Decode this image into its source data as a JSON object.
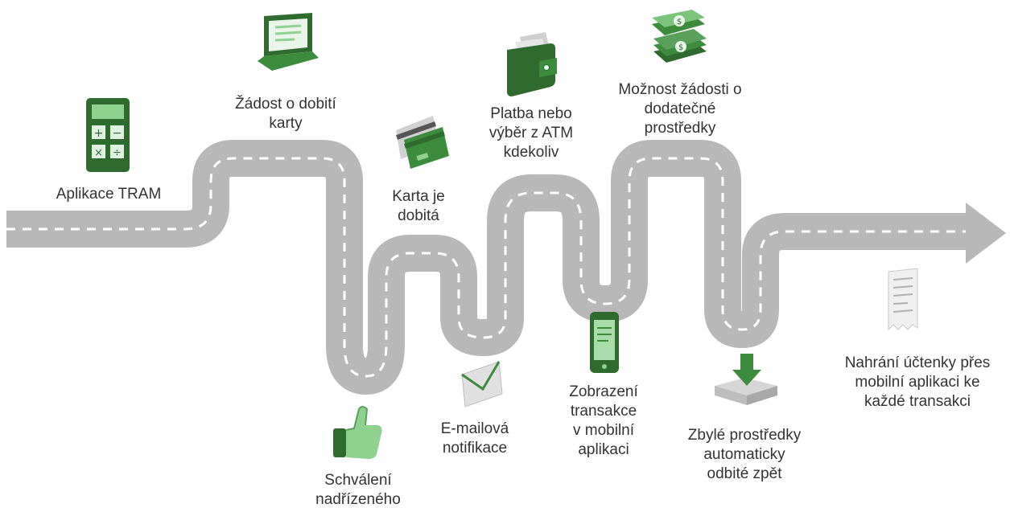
{
  "colors": {
    "road": "#b8b8b8",
    "road_dash": "#ffffff",
    "icon_dark": "#2f6b2f",
    "icon_mid": "#3d8b3d",
    "icon_light": "#8fd18f",
    "icon_gray": "#c8c8c8",
    "text": "#333333"
  },
  "steps": [
    {
      "icon": "calculator-icon",
      "lines": [
        "Aplikace TRAM"
      ]
    },
    {
      "icon": "laptop-icon",
      "lines": [
        "Žádost o dobití",
        "karty"
      ]
    },
    {
      "icon": "credit-cards-icon",
      "lines": [
        "Karta je",
        "dobitá"
      ]
    },
    {
      "icon": "thumbs-up-icon",
      "lines": [
        "Schválení",
        "nadřízeného"
      ]
    },
    {
      "icon": "envelope-icon",
      "lines": [
        "E-mailová",
        "notifikace"
      ]
    },
    {
      "icon": "wallet-icon",
      "lines": [
        "Platba nebo",
        "výběr z ATM",
        "kdekoliv"
      ]
    },
    {
      "icon": "smartphone-icon",
      "lines": [
        "Zobrazení",
        "transakce",
        "v mobilní",
        "aplikaci"
      ]
    },
    {
      "icon": "money-stack-icon",
      "lines": [
        "Možnost žádosti o",
        "dodatečné",
        "prostředky"
      ]
    },
    {
      "icon": "download-tray-icon",
      "lines": [
        "Zbylé prostředky",
        "automaticky",
        "odbité zpět"
      ]
    },
    {
      "icon": "receipt-icon",
      "lines": [
        "Nahrání účtenky přes",
        "mobilní aplikaci ke",
        "každé transakci"
      ]
    }
  ]
}
